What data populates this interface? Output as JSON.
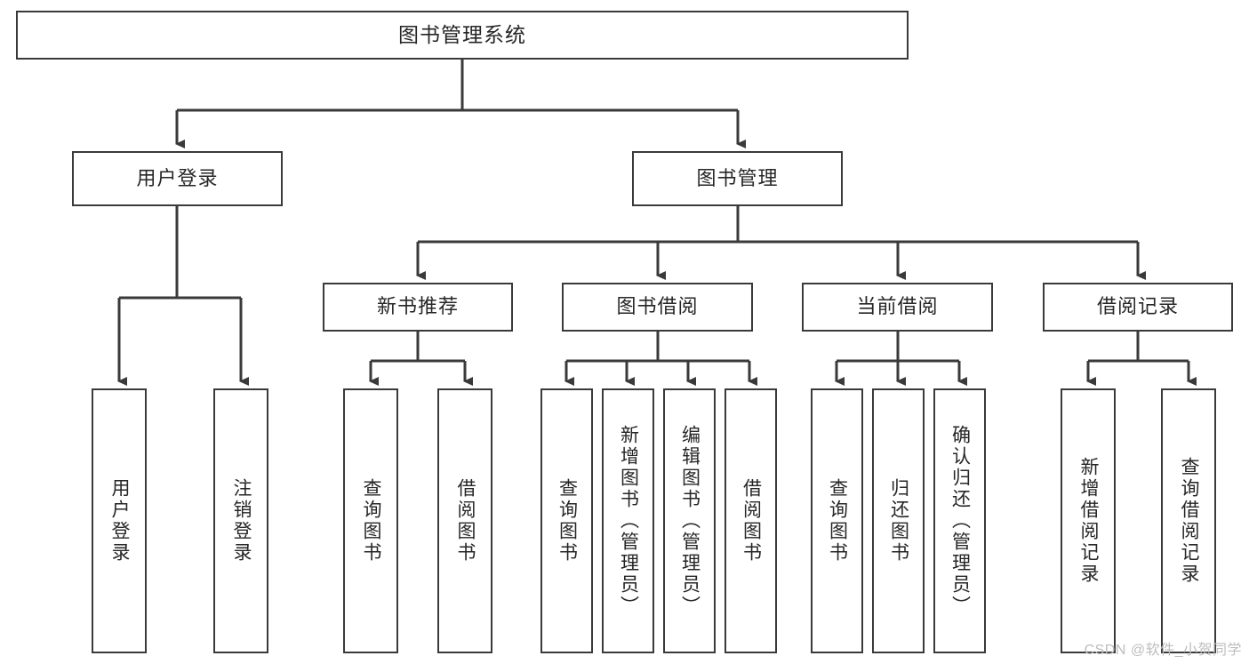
{
  "diagram": {
    "title": "图书管理系统",
    "type": "function-structure-tree",
    "stroke_color": "#3a3a3a",
    "text_color": "#262626",
    "background": "#ffffff"
  },
  "root": {
    "label": "图书管理系统"
  },
  "level2": [
    {
      "id": "user-login",
      "label": "用户登录"
    },
    {
      "id": "book-manage",
      "label": "图书管理"
    }
  ],
  "level3": [
    {
      "id": "new-book-rec",
      "label": "新书推荐"
    },
    {
      "id": "book-borrow",
      "label": "图书借阅"
    },
    {
      "id": "current-borrow",
      "label": "当前借阅"
    },
    {
      "id": "borrow-record",
      "label": "借阅记录"
    }
  ],
  "leaves": {
    "user_login": [
      {
        "id": "leaf-user-login",
        "label": "用户登录"
      },
      {
        "id": "leaf-logout",
        "label": "注销登录"
      }
    ],
    "new_book_rec": [
      {
        "id": "leaf-query-book-1",
        "label": "查询图书"
      },
      {
        "id": "leaf-borrow-book-1",
        "label": "借阅图书"
      }
    ],
    "book_borrow": [
      {
        "id": "leaf-query-book-2",
        "label": "查询图书"
      },
      {
        "id": "leaf-add-book",
        "label": "新增图书（管理员）"
      },
      {
        "id": "leaf-edit-book",
        "label": "编辑图书（管理员）"
      },
      {
        "id": "leaf-borrow-book-2",
        "label": "借阅图书"
      }
    ],
    "current_borrow": [
      {
        "id": "leaf-query-book-3",
        "label": "查询图书"
      },
      {
        "id": "leaf-return-book",
        "label": "归还图书"
      },
      {
        "id": "leaf-confirm-return",
        "label": "确认归还（管理员）"
      }
    ],
    "borrow_record": [
      {
        "id": "leaf-add-record",
        "label": "新增借阅记录"
      },
      {
        "id": "leaf-query-record",
        "label": "查询借阅记录"
      }
    ]
  },
  "watermark": {
    "text": "CSDN @软件_小贺同学"
  }
}
